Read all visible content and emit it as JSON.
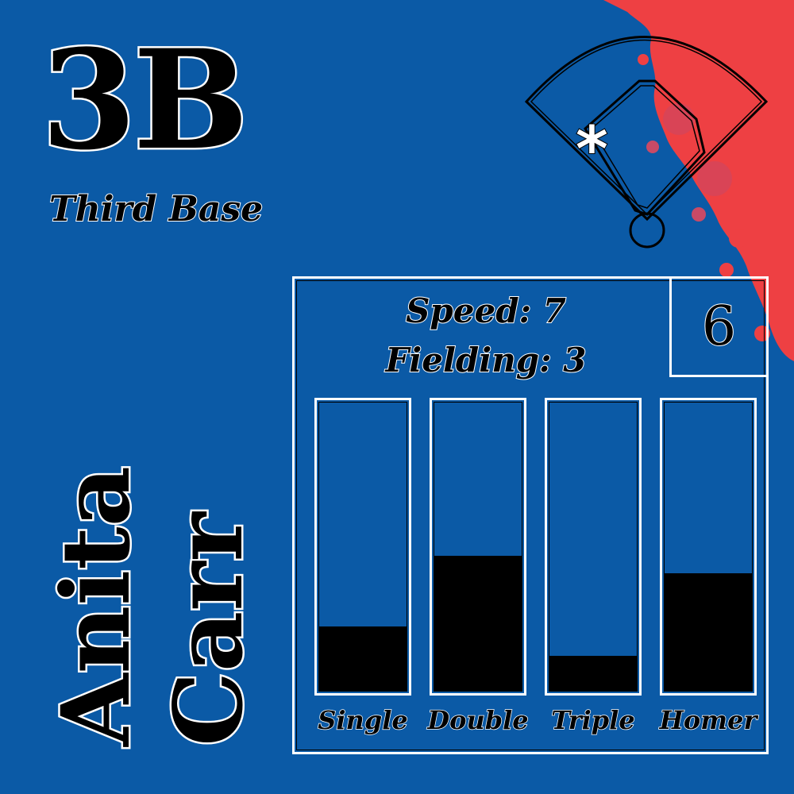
{
  "position": {
    "code": "3B",
    "name": "Third Base"
  },
  "player": {
    "first_name": "Anita",
    "last_name": "Carr"
  },
  "card_number": "6",
  "stats": {
    "speed": "Speed: 7",
    "fielding": "Fielding: 3"
  },
  "hits": [
    {
      "label": "Single",
      "level": 0.22
    },
    {
      "label": "Double",
      "level": 0.46
    },
    {
      "label": "Triple",
      "level": 0.12
    },
    {
      "label": "Homer",
      "level": 0.4
    }
  ],
  "colors": {
    "background": "#0b5aa6",
    "splash": "#ee4043",
    "ink": "#000000",
    "outline": "#ffffff"
  },
  "icons": {
    "field": "baseball-diamond-icon",
    "marker": "asterisk-position-icon"
  }
}
